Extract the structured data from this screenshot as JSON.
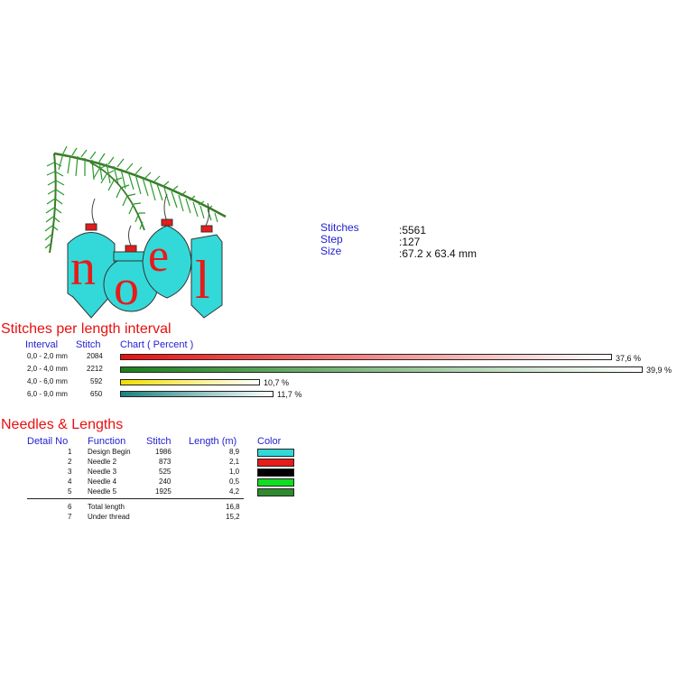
{
  "info": {
    "labels": [
      "Stitches",
      "Step",
      "Size"
    ],
    "values": [
      ":5561",
      ":127",
      ":67.2 x 63.4 mm"
    ]
  },
  "interval_section": {
    "title": "Stitches per length interval",
    "headers": {
      "interval": "Interval",
      "stitch": "Stitch",
      "chart": "Chart ( Percent )"
    },
    "rows": [
      {
        "interval": "0,0 - 2,0 mm",
        "stitch": "2084",
        "percent_label": "37,6 %"
      },
      {
        "interval": "2,0 - 4,0 mm",
        "stitch": "2212",
        "percent_label": "39,9 %"
      },
      {
        "interval": "4,0 - 6,0 mm",
        "stitch": "592",
        "percent_label": "10,7 %"
      },
      {
        "interval": "6,0 - 9,0 mm",
        "stitch": "650",
        "percent_label": "11,7 %"
      }
    ]
  },
  "chart_data": {
    "type": "bar",
    "categories": [
      "0,0 - 2,0 mm",
      "2,0 - 4,0 mm",
      "4,0 - 6,0 mm",
      "6,0 - 9,0 mm"
    ],
    "values": [
      37.6,
      39.9,
      10.7,
      11.7
    ],
    "colors": [
      "#e81010",
      "#1a7f1a",
      "#f0e000",
      "#1a8080"
    ],
    "xlim": [
      0,
      40
    ],
    "grid": false
  },
  "needles_section": {
    "title": "Needles & Lengths",
    "headers": {
      "detail": "Detail No",
      "function": "Function",
      "stitch": "Stitch",
      "length": "Length (m)",
      "color": "Color"
    },
    "rows": [
      {
        "no": "1",
        "function": "Design Begin",
        "stitch": "1986",
        "length": "8,9",
        "color": "#33d9d9"
      },
      {
        "no": "2",
        "function": "Needle 2",
        "stitch": "873",
        "length": "2,1",
        "color": "#e81a1a"
      },
      {
        "no": "3",
        "function": "Needle 3",
        "stitch": "525",
        "length": "1,0",
        "color": "#000000"
      },
      {
        "no": "4",
        "function": "Needle 4",
        "stitch": "240",
        "length": "0,5",
        "color": "#11dd22"
      },
      {
        "no": "5",
        "function": "Needle 5",
        "stitch": "1925",
        "length": "4,2",
        "color": "#2f8a2f"
      }
    ],
    "totals": [
      {
        "no": "6",
        "function": "Total length",
        "length": "16,8"
      },
      {
        "no": "7",
        "function": "Under thread",
        "length": "15,2"
      }
    ]
  }
}
